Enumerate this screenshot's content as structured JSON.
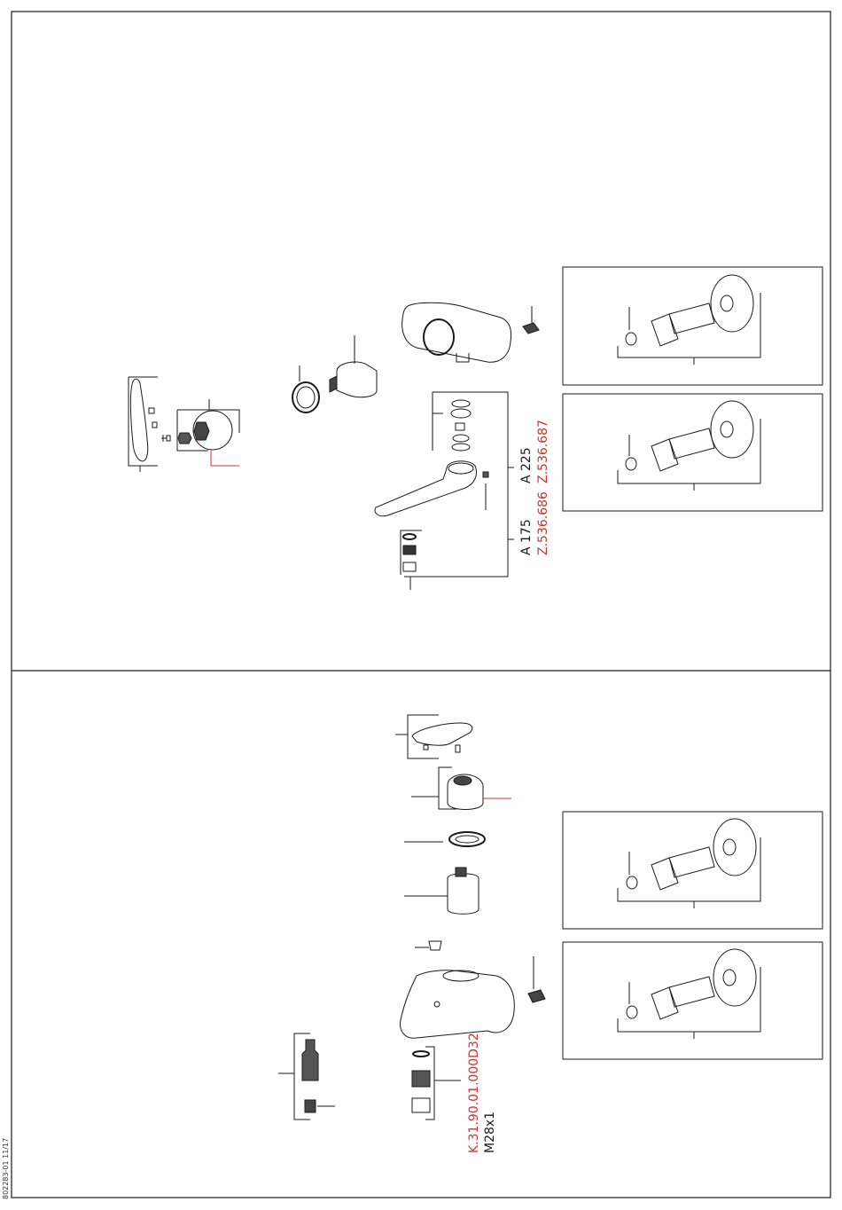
{
  "labels": {
    "spout_a225": "A 225",
    "spout_a225_code": "Z.536.687",
    "spout_a175": "A 175",
    "spout_a175_code": "Z.536.686",
    "aerator_code": "K.31.90.01.000D32",
    "aerator_thread": "M28x1"
  },
  "footer": {
    "document_id": "802283-01 11/17"
  },
  "colors": {
    "line": "#1a1a1a",
    "accent_red": "#d0312d",
    "background": "#ffffff"
  }
}
